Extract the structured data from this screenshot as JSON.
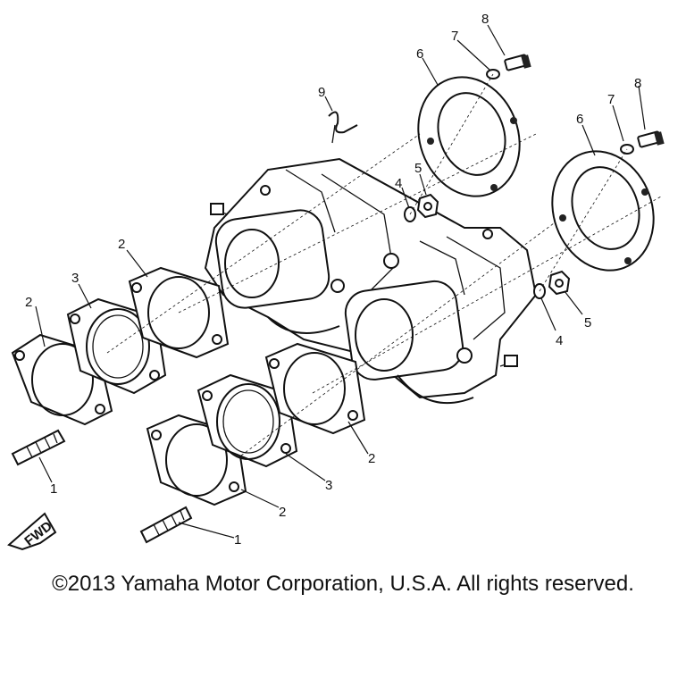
{
  "callouts": {
    "c1a": "1",
    "c1b": "1",
    "c2a": "2",
    "c2b": "2",
    "c2c": "2",
    "c2d": "2",
    "c3a": "3",
    "c3b": "3",
    "c4a": "4",
    "c4b": "4",
    "c5a": "5",
    "c5b": "5",
    "c6a": "6",
    "c6b": "6",
    "c7a": "7",
    "c7b": "7",
    "c8a": "8",
    "c8b": "8",
    "c9": "9"
  },
  "fwd_label": "FWD",
  "copyright": "©2013 Yamaha Motor Corporation, U.S.A. All rights reserved."
}
